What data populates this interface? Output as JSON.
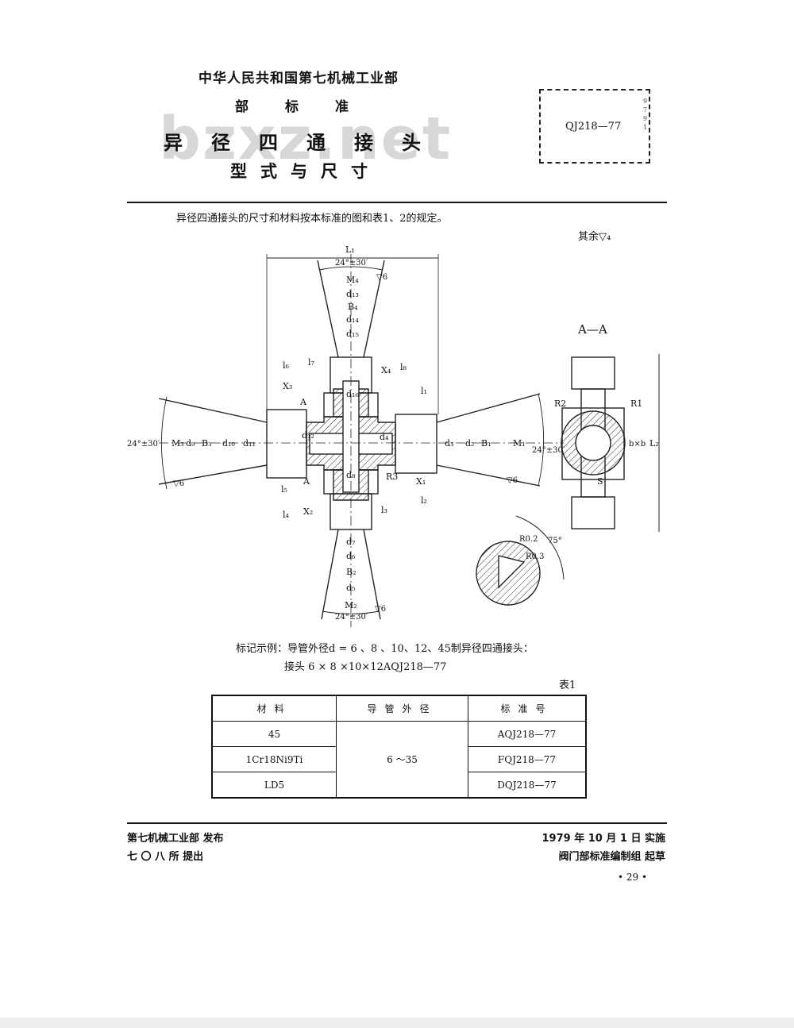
{
  "header": {
    "org": "中华人民共和国第七机械工业部",
    "standard_type": "部标准",
    "title": "异径四通接头",
    "subtitle": "型式与尺寸",
    "watermark": "bzxz.net",
    "code": "QJ218—77",
    "code_side": "9 7 9 1"
  },
  "intro": "异径四通接头的尺寸和材料按本标准的图和表1、2的规定。",
  "roughness_note": "其余▽₄",
  "drawing": {
    "section_label": "A—A",
    "labels": {
      "L1": "L₁",
      "angle_top": "24°±30′",
      "M4": "M₄",
      "d13": "d₁₃",
      "B4": "B₄",
      "d14": "d₁₄",
      "d15": "d₁₅",
      "d16": "d₁₆",
      "l6": "l₆",
      "l7": "l₇",
      "X4": "X₄",
      "l8": "l₈",
      "X3": "X₃",
      "A_top": "A",
      "A_bottom": "A",
      "l1": "l₁",
      "angle_left": "24°±30′",
      "M3": "M₃",
      "d9": "d₉",
      "B3": "B₃",
      "d10": "d₁₀",
      "d11": "d₁₁",
      "d12": "d₁₂",
      "d4": "d₄",
      "d3": "d₃",
      "d2": "d₂",
      "B1": "B₁",
      "M1": "M₁",
      "angle_right": "24°±30′",
      "r_left": "▽6",
      "r_right": "▽6",
      "r_top": "▽6",
      "r_bottom": "▽6",
      "d8": "d₈",
      "R3": "R3",
      "X1": "X₁",
      "l2": "l₂",
      "l5": "l₅",
      "l4": "l₄",
      "X2": "X₂",
      "l3": "l₃",
      "d7": "d₇",
      "d6": "d₆",
      "B2": "B₂",
      "d5": "d₅",
      "M2": "M₂",
      "angle_bottom": "24°±30′",
      "R2": "R2",
      "R1": "R1",
      "bxb": "b×b",
      "L2": "L₂",
      "S": "S",
      "R02": "R0.2",
      "R03": "R0.3",
      "deg75": "75°"
    }
  },
  "mark_example": {
    "line1": "标记示例：导管外径d = 6 、8 、10、12、45制异径四通接头：",
    "line2": "接头   6 × 8 ×10×12AQJ218—77"
  },
  "table_no": "表1",
  "table": {
    "headers": [
      "材料",
      "导管外径",
      "标准号"
    ],
    "rows": [
      {
        "material": "45",
        "standard": "AQJ218—77"
      },
      {
        "material": "1Cr18Ni9Ti",
        "standard": "FQJ218—77"
      },
      {
        "material": "LD5",
        "standard": "DQJ218—77"
      }
    ],
    "diameter": "6 ～35"
  },
  "footer": {
    "publisher": "第七机械工业部   发布",
    "proposer": "七 〇 八 所   提出",
    "implement": "1979 年 10 月 1 日   实施",
    "drafter": "阀门部标准编制组   起草",
    "page": "• 29 •"
  }
}
